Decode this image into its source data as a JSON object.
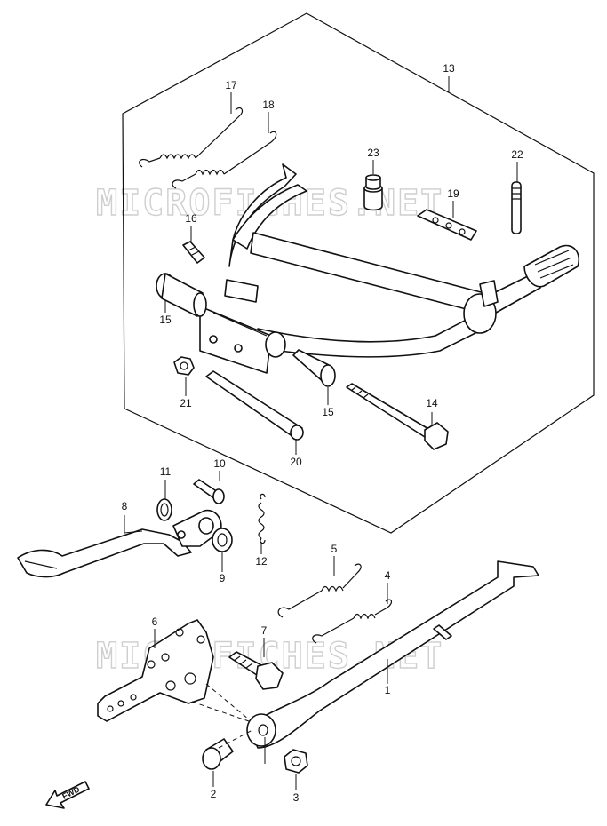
{
  "watermark": "MICROFICHES.NET",
  "fwd_label": "FWD",
  "callouts": {
    "p1": "1",
    "p2": "2",
    "p3": "3",
    "p4": "4",
    "p5": "5",
    "p6": "6",
    "p7": "7",
    "p8": "8",
    "p9": "9",
    "p10": "10",
    "p11": "11",
    "p12": "12",
    "p13": "13",
    "p14": "14",
    "p15a": "15",
    "p15b": "15",
    "p16": "16",
    "p17": "17",
    "p18": "18",
    "p19": "19",
    "p20": "20",
    "p21": "21",
    "p22": "22",
    "p23": "23"
  },
  "colors": {
    "line": "#111111",
    "watermark": "#cfcfcf",
    "background": "#ffffff"
  }
}
